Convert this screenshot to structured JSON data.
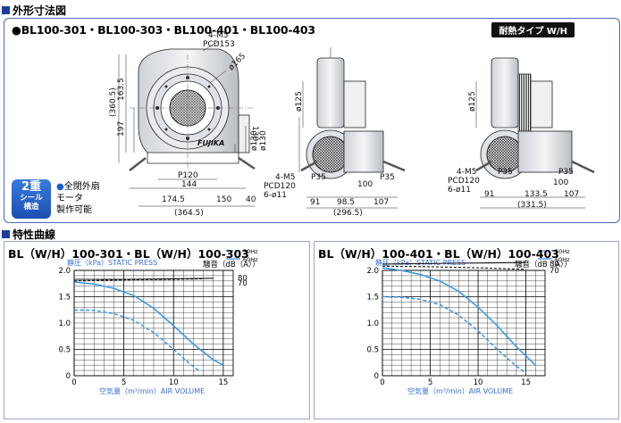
{
  "section1": {
    "title": "外形寸法図"
  },
  "section2": {
    "title": "特性曲線"
  },
  "drawing": {
    "model_title": "●BL100-301・BL100-303・BL100-401・BL100-403",
    "heat_badge": "耐熱タイプ W/H",
    "badge": {
      "line1": "2重",
      "line2": "シール",
      "line3": "構造"
    },
    "note": {
      "line1": "全閉外扇",
      "line2": "モータ",
      "line3": "製作可能"
    },
    "brand": "FUJIKA",
    "dims": {
      "m5_top": "4-M5",
      "pcd153": "PCD153",
      "d165": "ø165",
      "v3605": "(360.5)",
      "v1635": "163.5",
      "v197": "197",
      "v130": "130",
      "d130a": "ø130",
      "d130b": "ø130",
      "p120": "P120",
      "h144": "144",
      "h1745": "174.5",
      "h150": "150",
      "h40": "40",
      "h3645": "(364.5)",
      "d125a": "ø125",
      "m5b": "4-M5",
      "pcd120a": "PCD120",
      "holes11a": "6-ø11",
      "p35a": "P35",
      "p35b": "P35",
      "h100a": "100",
      "h91a": "91",
      "h985": "98.5",
      "h107a": "107",
      "h2965": "(296.5)",
      "d125b": "ø125",
      "m5c": "4-M5",
      "pcd120b": "PCD120",
      "holes11b": "6-ø11",
      "p35c": "P35",
      "p35d": "P35",
      "h100b": "100",
      "h91b": "91",
      "h1335": "133.5",
      "h107b": "107",
      "h3315": "(331.5)"
    }
  },
  "charts": [
    {
      "title": "BL（W/H）100-301・BL（W/H）100-303",
      "y_label": "静圧（kPa）STATIC PRESS",
      "noise_label": "騒音（dB（A））",
      "x_label": "空気量（m³/min）AIR VOLUME",
      "legend": {
        "hz50": "50Hz",
        "hz60": "60Hz"
      },
      "x_ticks": [
        "0",
        "5",
        "10",
        "15"
      ],
      "y_ticks": [
        "0",
        "0.5",
        "1.0",
        "1.5",
        "2.0"
      ],
      "noise_ticks": [
        "80",
        "70"
      ]
    },
    {
      "title": "BL（W/H）100-401・BL（W/H）100-403",
      "y_label": "静圧（kPa）STATIC PRESS",
      "noise_label": "騒音（dB（A））",
      "x_label": "空気量（m³/min）AIR VOLUME",
      "legend": {
        "hz50": "50Hz",
        "hz60": "60Hz"
      },
      "x_ticks": [
        "0",
        "5",
        "10",
        "15"
      ],
      "y_ticks": [
        "0",
        "0.5",
        "1.0",
        "1.5",
        "2.0"
      ],
      "noise_ticks": [
        "80",
        "70"
      ]
    }
  ],
  "chart_data": [
    {
      "type": "line",
      "title": "BL（W/H）100-301・BL（W/H）100-303",
      "xlabel": "空気量（m³/min）AIR VOLUME",
      "ylabel": "静圧（kPa）STATIC PRESS",
      "xlim": [
        0,
        16
      ],
      "ylim": [
        0,
        2.0
      ],
      "grid": true,
      "legend": "top-right",
      "series": [
        {
          "name": "60Hz",
          "kind": "pressure",
          "x": [
            0,
            2,
            4,
            6,
            8,
            10,
            12,
            14,
            15
          ],
          "y": [
            1.78,
            1.74,
            1.66,
            1.52,
            1.28,
            0.95,
            0.6,
            0.3,
            0.2
          ]
        },
        {
          "name": "50Hz",
          "kind": "pressure",
          "x": [
            0,
            2,
            4,
            6,
            8,
            10,
            11.5,
            12.5
          ],
          "y": [
            1.25,
            1.24,
            1.18,
            1.05,
            0.82,
            0.5,
            0.25,
            0.1
          ]
        },
        {
          "name": "60Hz",
          "kind": "noise",
          "x": [
            0,
            5,
            10,
            14
          ],
          "y": [
            1.83,
            1.83,
            1.84,
            1.85
          ]
        },
        {
          "name": "50Hz",
          "kind": "noise",
          "x": [
            0,
            5,
            10,
            13
          ],
          "y": [
            1.8,
            1.82,
            1.83,
            1.84
          ]
        }
      ]
    },
    {
      "type": "line",
      "title": "BL（W/H）100-401・BL（W/H）100-403",
      "xlabel": "空気量（m³/min）AIR VOLUME",
      "ylabel": "静圧（kPa）STATIC PRESS",
      "xlim": [
        0,
        17
      ],
      "ylim": [
        0,
        2.0
      ],
      "grid": true,
      "legend": "top-right",
      "series": [
        {
          "name": "60Hz",
          "kind": "pressure",
          "x": [
            0,
            2,
            4,
            6,
            8,
            10,
            12,
            14,
            16
          ],
          "y": [
            2.05,
            2.0,
            1.92,
            1.8,
            1.6,
            1.3,
            0.95,
            0.55,
            0.2
          ]
        },
        {
          "name": "50Hz",
          "kind": "pressure",
          "x": [
            0,
            2,
            4,
            6,
            8,
            10,
            12,
            14,
            15
          ],
          "y": [
            1.5,
            1.49,
            1.45,
            1.35,
            1.15,
            0.85,
            0.5,
            0.18,
            0.05
          ]
        },
        {
          "name": "60Hz",
          "kind": "noise",
          "x": [
            0,
            5,
            10,
            15
          ],
          "y": [
            2.12,
            2.13,
            2.14,
            2.15
          ]
        },
        {
          "name": "50Hz",
          "kind": "noise",
          "x": [
            0,
            5,
            10,
            15
          ],
          "y": [
            2.08,
            2.07,
            2.05,
            2.02
          ]
        }
      ]
    }
  ]
}
